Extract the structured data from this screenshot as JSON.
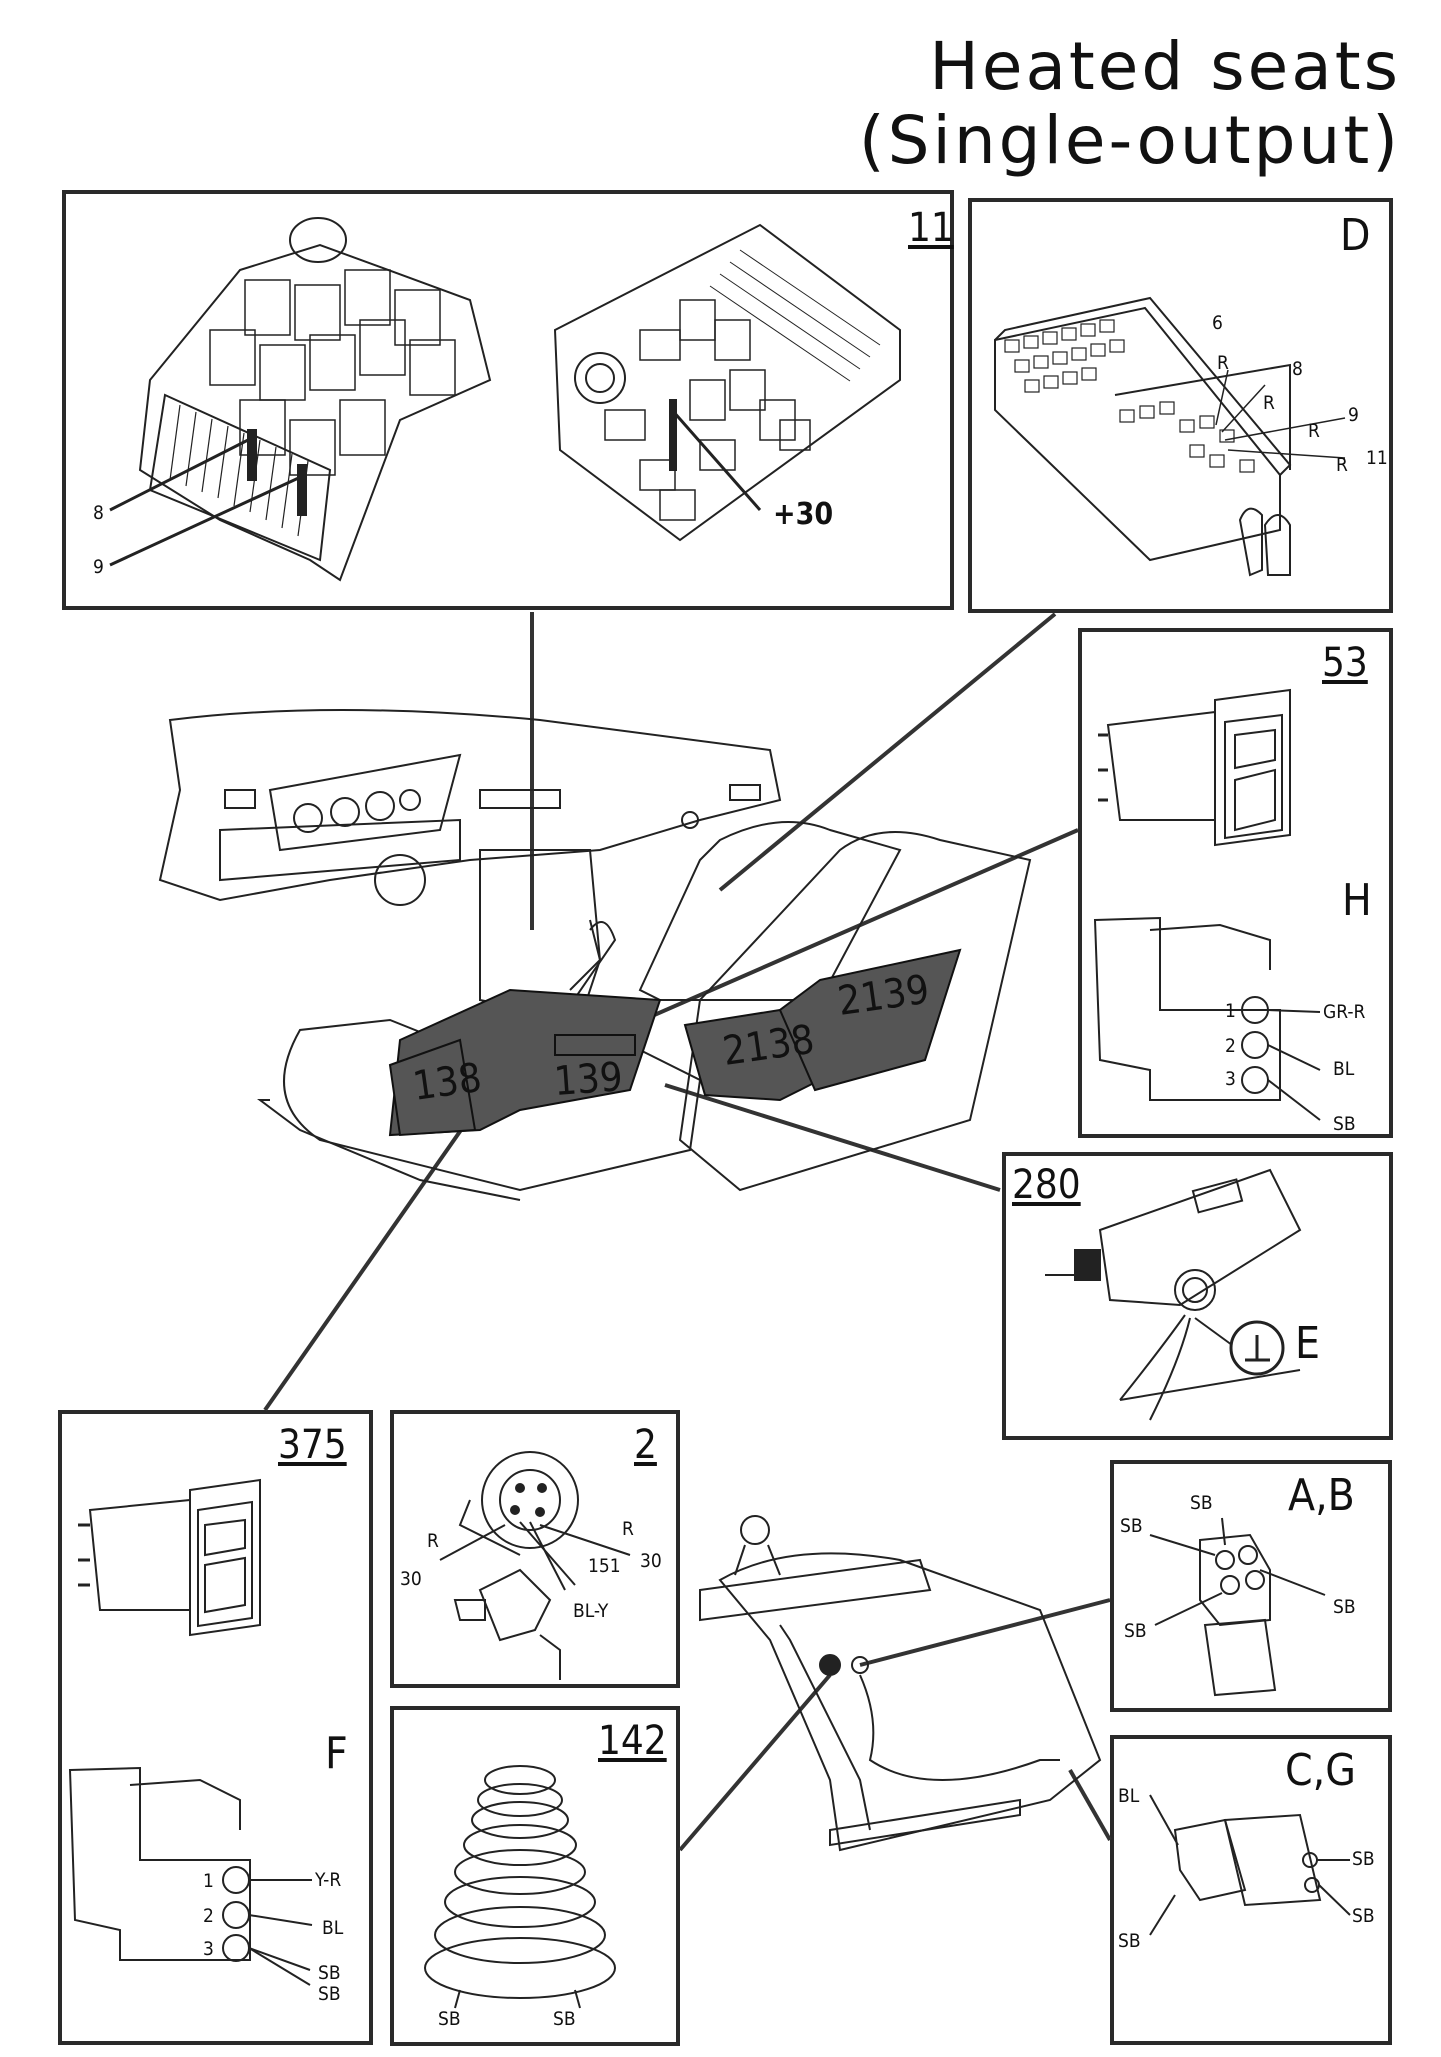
{
  "title": {
    "line1": "Heated seats",
    "line2": "(Single-output)"
  },
  "panels": {
    "p11": {
      "number": "11",
      "labels": {
        "a": "8",
        "b": "9",
        "c": "+30"
      }
    },
    "pD": {
      "code": "D",
      "pins": {
        "p6": "6",
        "p8": "8",
        "p9": "9",
        "p11": "11"
      },
      "wires": {
        "w6": "R",
        "w8": "R",
        "w9": "R",
        "w11": "R"
      }
    },
    "p53": {
      "number": "53",
      "code": "H",
      "pins": [
        "1",
        "2",
        "3"
      ],
      "wires": [
        "GR-R",
        "BL",
        "SB"
      ]
    },
    "p280": {
      "number": "280",
      "code": "E",
      "ground_symbol": "⊥"
    },
    "p375": {
      "number": "375",
      "code": "F",
      "pins": [
        "1",
        "2",
        "3"
      ],
      "wires": [
        "Y-R",
        "BL",
        "SB",
        "SB"
      ]
    },
    "p2": {
      "number": "2",
      "labels": {
        "r1": "R",
        "r2": "R",
        "t30a": "30",
        "t30b": "30",
        "t151": "151",
        "bly": "BL-Y"
      }
    },
    "p142": {
      "number": "142",
      "wires": [
        "SB",
        "SB"
      ]
    },
    "pAB": {
      "code": "A,B",
      "wires": [
        "SB",
        "SB",
        "SB",
        "SB"
      ]
    },
    "pCG": {
      "code": "C,G",
      "wires": [
        "BL",
        "SB",
        "SB",
        "SB"
      ]
    }
  },
  "center": {
    "heat_pads": [
      "138",
      "139",
      "2138",
      "2139"
    ]
  }
}
